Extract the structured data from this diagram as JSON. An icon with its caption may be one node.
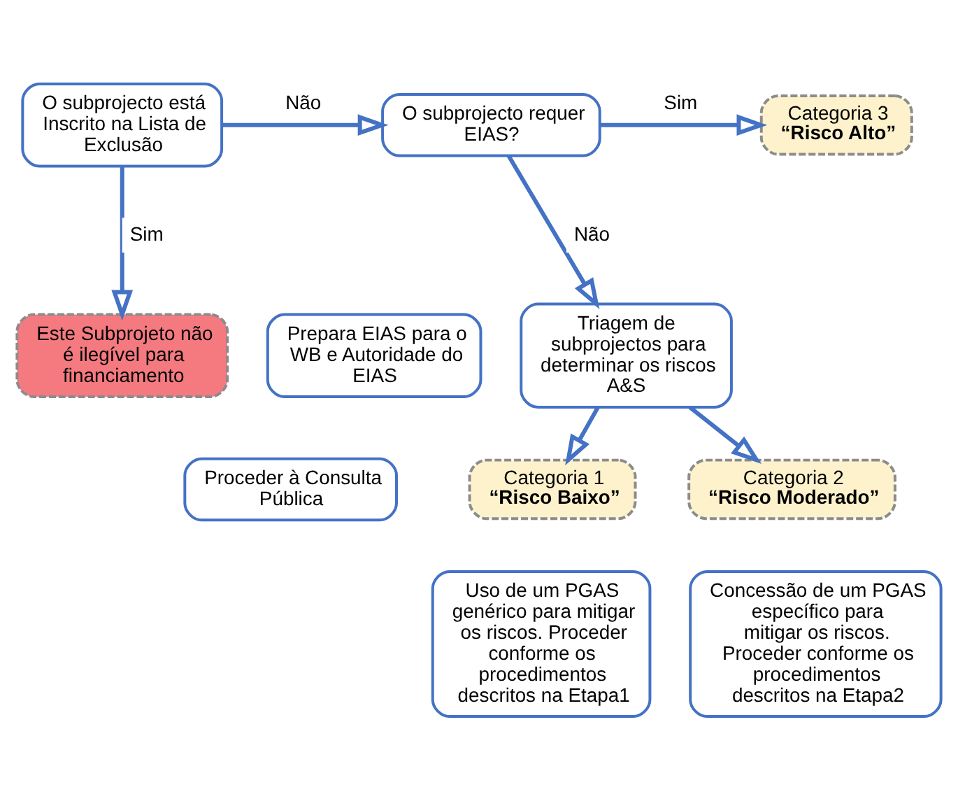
{
  "diagram": {
    "nodes": [
      {
        "text": [
          "O subprojecto está Inscrito na Lista de Exclusão"
        ]
      },
      {
        "text": [
          "O subprojecto requer EIAS?"
        ]
      },
      {
        "text": [
          "Categoria 3",
          "“Risco Alto”"
        ]
      },
      {
        "text": [
          "Prepara EIAS para o WB e Autoridade do EIAS"
        ]
      },
      {
        "text": [
          "Proceder à Consulta Pública"
        ]
      },
      {
        "text": [
          "Este Subprojeto não é ilegível para financiamento"
        ]
      },
      {
        "text": [
          "Triagem de subprojectos para determinar os riscos A&S"
        ]
      },
      {
        "text": [
          "Categoria 1",
          "“Risco Baixo”"
        ]
      },
      {
        "text": [
          "Categoria 2",
          "“Risco Moderado”"
        ]
      },
      {
        "text": [
          "Uso de um PGAS genérico para mitigar os riscos. Proceder conforme os procedimentos descritos na Etapa1"
        ]
      },
      {
        "text": [
          "Concessão de um PGAS específico para mitigar os riscos. Proceder conforme os procedimentos descritos na Etapa2"
        ]
      }
    ],
    "edges": [
      {
        "from": 0,
        "to": 1,
        "arrow": "to",
        "label": "Não"
      },
      {
        "from": 1,
        "to": 2,
        "arrow": "to",
        "label": "Sim"
      },
      {
        "from": 0,
        "to": 5,
        "arrow": "to",
        "label": "Sim"
      },
      {
        "from": 1,
        "to": 6,
        "arrow": "to",
        "label": "Não"
      },
      {
        "from": 6,
        "to": 7,
        "arrow": "to"
      },
      {
        "from": 6,
        "to": 8,
        "arrow": "to"
      }
    ]
  }
}
